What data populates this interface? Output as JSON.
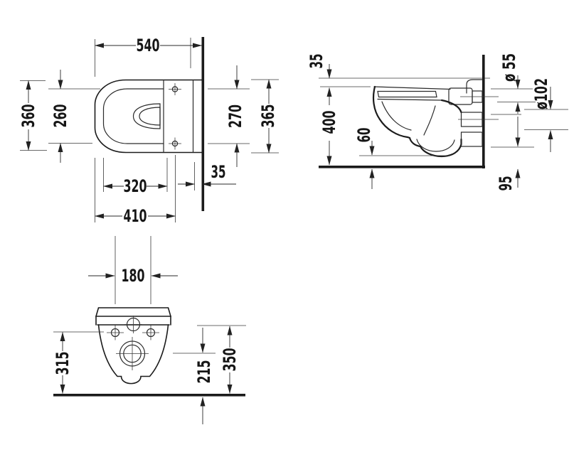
{
  "drawing": {
    "type": "technical-dimension-drawing",
    "subject": "wall-hung-toilet",
    "views": [
      "plan",
      "side",
      "front"
    ]
  },
  "colors": {
    "line": "#1b1b1b",
    "background": "#ffffff"
  },
  "dims": {
    "plan": {
      "overall_depth": "540",
      "overall_width": "360",
      "inner_rim_width": "260",
      "hole_spacing": "270",
      "right_width": "365",
      "wall_offset": "35",
      "inner_length": "320",
      "hole_distance": "410"
    },
    "side": {
      "top_clearance": "35",
      "rim_height": "400",
      "bottom_clearance": "60",
      "inlet_diameter": "ø 55",
      "outlet_diameter": "ø102",
      "outlet_bottom_height": "95"
    },
    "front": {
      "fixing_hole_spacing": "180",
      "left_height": "315",
      "outlet_center_height": "215",
      "right_height": "350"
    }
  }
}
